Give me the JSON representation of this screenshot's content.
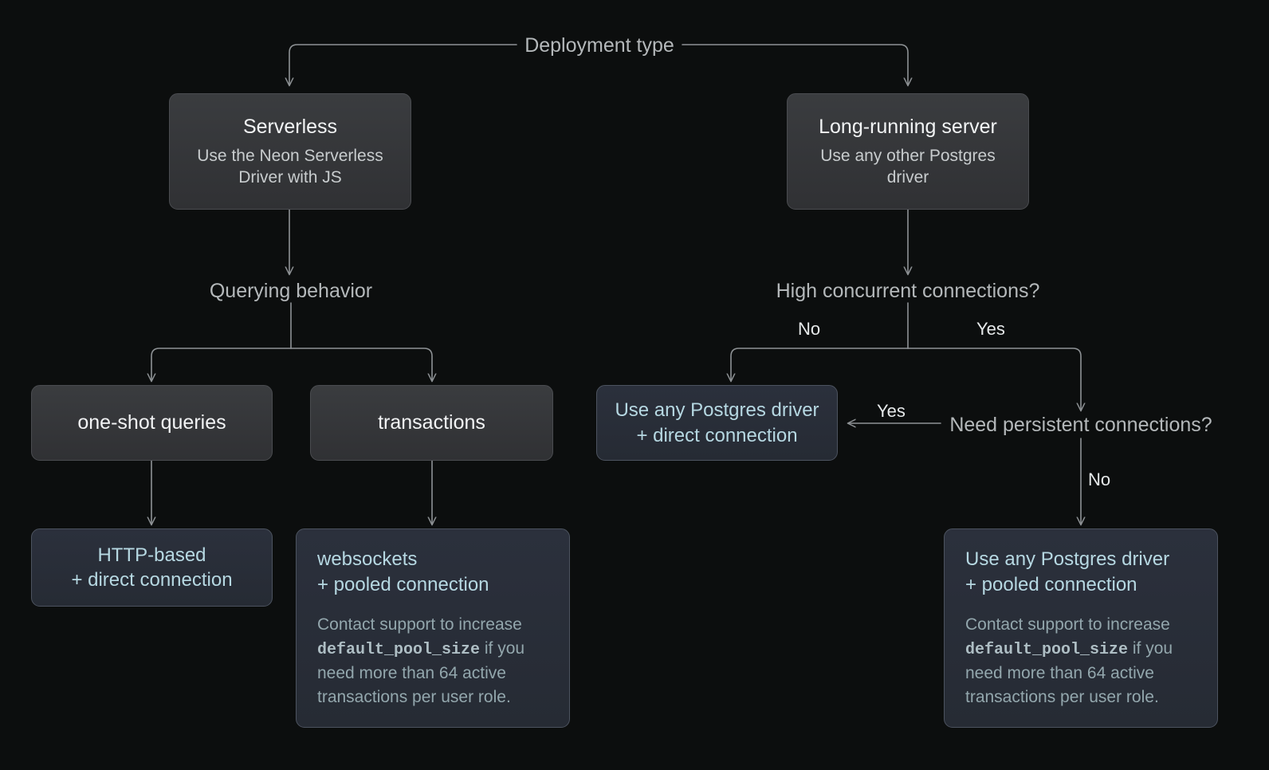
{
  "diagram": {
    "title": "Deployment type",
    "background_color": "#0c0e0e",
    "connector_color": "#8e9295",
    "nodes": {
      "root": {
        "label": "Deployment type"
      },
      "serverless": {
        "title": "Serverless",
        "subtitle": "Use the Neon Serverless Driver with JS"
      },
      "long_running": {
        "title": "Long-running server",
        "subtitle": "Use any other Postgres driver"
      },
      "querying_behavior": {
        "label": "Querying behavior"
      },
      "high_concurrent": {
        "label": "High concurrent connections?"
      },
      "one_shot": {
        "title": "one-shot queries"
      },
      "transactions": {
        "title": "transactions"
      },
      "need_persistent": {
        "label": "Need persistent connections?"
      },
      "driver_direct": {
        "line1": "Use any Postgres driver",
        "line2": "+ direct connection"
      },
      "http_direct": {
        "line1": "HTTP-based",
        "line2": "+ direct connection"
      },
      "websockets_pooled": {
        "line1": "websockets",
        "line2": "+ pooled connection",
        "note_before": "Contact support to increase ",
        "note_code": "default_pool_size",
        "note_after": " if you need more than 64 active transactions per user role."
      },
      "driver_pooled": {
        "line1": "Use any Postgres driver",
        "line2": "+ pooled connection",
        "note_before": "Contact support to increase ",
        "note_code": "default_pool_size",
        "note_after": " if you need more than 64 active transactions per user role."
      }
    },
    "edge_labels": {
      "concurrent_no": "No",
      "concurrent_yes": "Yes",
      "persistent_yes": "Yes",
      "persistent_no": "No"
    }
  }
}
